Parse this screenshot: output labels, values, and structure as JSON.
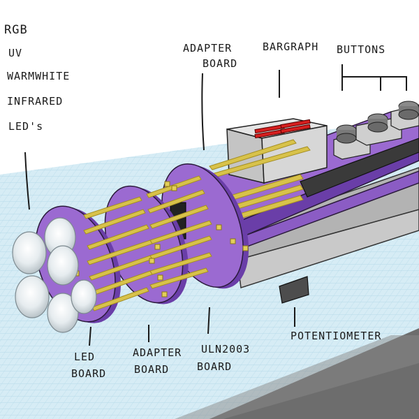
{
  "labels": {
    "led_types": [
      "RGB",
      "UV",
      "WARMWHITE",
      "INFRARED",
      "LED's"
    ],
    "adapter_board_top": [
      "ADAPTER",
      "BOARD"
    ],
    "bargraph": "BARGRAPH",
    "buttons": "BUTTONS",
    "potentiometer": "POTENTIOMETER",
    "led_board": [
      "LED",
      "BOARD"
    ],
    "adapter_board_bottom": [
      "ADAPTER",
      "BOARD"
    ],
    "uln2003_board": [
      "ULN2003",
      "BOARD"
    ]
  },
  "colors": {
    "grid_bg": "#d6ecf5",
    "grid_line": "#b3d8e8",
    "purple": "#8b5cc4",
    "purple_dark": "#6a3ea8",
    "pin_gold": "#d8c24a",
    "pin_gold_dark": "#a48e22",
    "body_gray": "#bfbfbf",
    "bargraph_red": "#d61f1f",
    "shadow": "#6d6d6d"
  }
}
